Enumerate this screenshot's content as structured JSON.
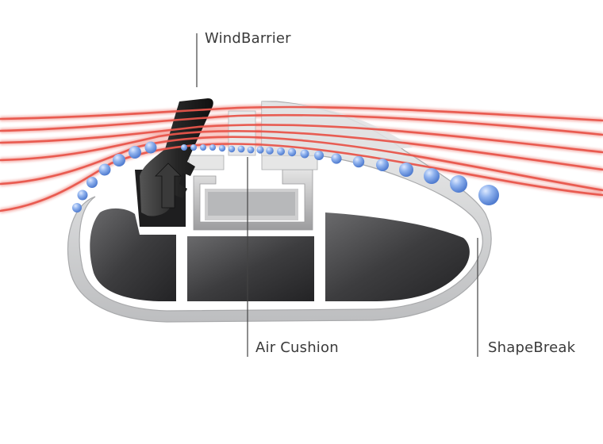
{
  "labels": {
    "wind_barrier": "WindBarrier",
    "air_cushion": "Air Cushion",
    "shape_break": "ShapeBreak"
  },
  "colors": {
    "background": "#ffffff",
    "airflow": "#e8554b",
    "bubbles": "#7fa6e8",
    "profile_metal": "#d9dadb",
    "profile_inner": "#4a4a4c",
    "rubber_seal": "#2a2a2a",
    "leader_line": "#444444"
  }
}
